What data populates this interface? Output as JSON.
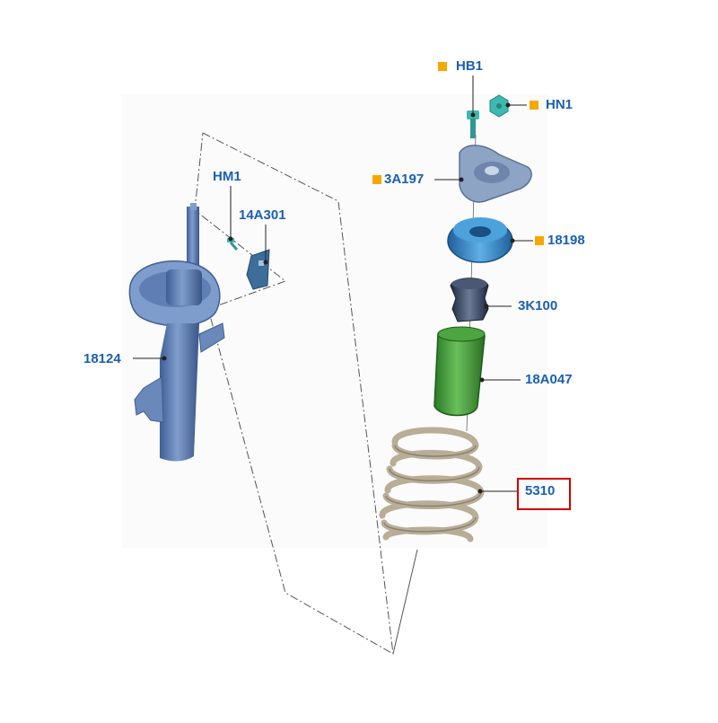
{
  "diagram": {
    "parts": [
      {
        "id": "HB1",
        "label": "HB1",
        "marked": true
      },
      {
        "id": "HN1",
        "label": "HN1",
        "marked": true
      },
      {
        "id": "3A197",
        "label": "3A197",
        "marked": true
      },
      {
        "id": "18198",
        "label": "18198",
        "marked": true
      },
      {
        "id": "3K100",
        "label": "3K100",
        "marked": false
      },
      {
        "id": "18A047",
        "label": "18A047",
        "marked": false
      },
      {
        "id": "5310",
        "label": "5310",
        "marked": false,
        "highlighted": true
      },
      {
        "id": "HM1",
        "label": "HM1",
        "marked": false
      },
      {
        "id": "14A301",
        "label": "14A301",
        "marked": false
      },
      {
        "id": "18124",
        "label": "18124",
        "marked": false
      }
    ],
    "colors": {
      "label_text": "#1a5fb4",
      "marker": "#f5a800",
      "highlight": "#d00000",
      "strut": "#5a7cb0",
      "mount": "#8ea4c4",
      "bearing": "#3a86c8",
      "bump_stop": "#3c4a66",
      "boot": "#3d9a33",
      "spring": "#c0b6a0",
      "bolt": "#3fb8b0"
    }
  }
}
